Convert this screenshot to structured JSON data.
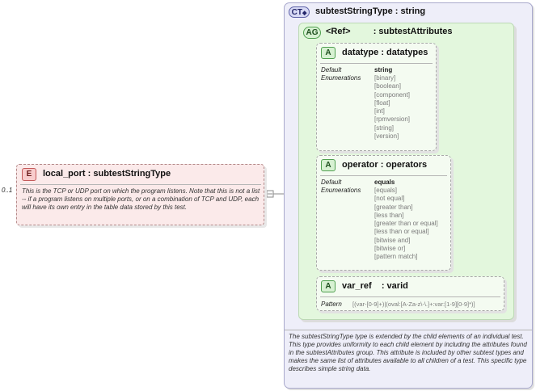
{
  "element": {
    "badge": "E",
    "name": "local_port",
    "type": ": subtestStringType",
    "cardinality": "0..1",
    "description": "This is the TCP or UDP port on which the program listens.  Note that this is not a list -- if a program listens on multiple ports, or on a combination of TCP and UDP, each will have its own entry in the table data stored by this test."
  },
  "complex_type": {
    "badge": "CT",
    "title": "subtestStringType : string",
    "description": "The subtestStringType type is extended by the child elements of an individual test.  This type provides uniformity to each child element by including the attributes found in the subtestAttributes group.  This attribute is included by other subtest types and makes the same list of attributes available to all children of a test.  This specific type describes simple string data."
  },
  "attribute_group": {
    "badge": "AG",
    "ref": "<Ref>",
    "name": ": subtestAttributes"
  },
  "attributes": [
    {
      "badge": "A",
      "name": "datatype",
      "type": ": datatypes",
      "label_default": "Default",
      "label_enum": "Enumerations",
      "default": "string",
      "enumerations": [
        "[binary]",
        "[boolean]",
        "[component]",
        "[float]",
        "[int]",
        "[rpmversion]",
        "[string]",
        "[version]"
      ]
    },
    {
      "badge": "A",
      "name": "operator",
      "type": ": operators",
      "label_default": "Default",
      "label_enum": "Enumerations",
      "default": "equals",
      "enumerations": [
        "[equals]",
        "[not equal]",
        "[greater than]",
        "[less than]",
        "[greater than or equal]",
        "[less than or equal]",
        "[bitwise and]",
        "[bitwise or]",
        "[pattern match]"
      ]
    },
    {
      "badge": "A",
      "name": "var_ref",
      "type": ": varid",
      "label_pattern": "Pattern",
      "pattern": "[(var-[0-9]+)|(oval:[A-Za-z\\-\\.]+:var:[1-9][0-9]*)]"
    }
  ],
  "colors": {
    "element_fill": "#fbeaea",
    "element_border": "#c45a5a",
    "ct_fill": "#eeeef9",
    "ag_fill": "#e3f7dd",
    "attr_fill": "#f4fbf1"
  }
}
